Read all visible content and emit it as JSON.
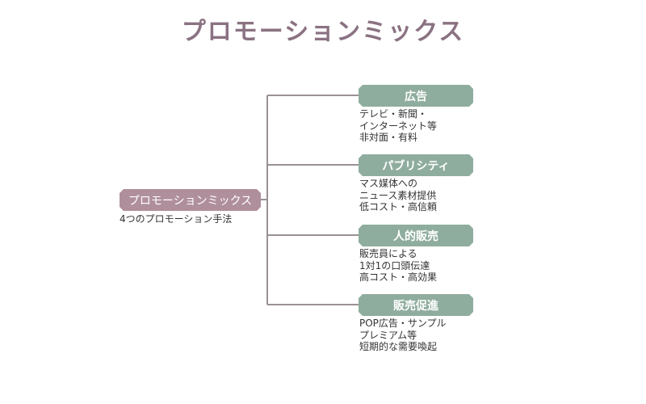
{
  "title": "プロモーションミックス",
  "root": {
    "label": "プロモーションミックス",
    "subtitle": "4つのプロモーション手法"
  },
  "children": [
    {
      "label": "広告",
      "lines": [
        "テレビ・新聞・",
        "インターネット等",
        "非対面・有料"
      ]
    },
    {
      "label": "パブリシティ",
      "lines": [
        "マス媒体への",
        "ニュース素材提供",
        "低コスト・高信頼"
      ]
    },
    {
      "label": "人的販売",
      "lines": [
        "販売員による",
        "1対1の口頭伝達",
        "高コスト・高効果"
      ]
    },
    {
      "label": "販売促進",
      "lines": [
        "POP広告・サンプル",
        "プレミアム等",
        "短期的な需要喚起"
      ]
    }
  ],
  "colors": {
    "title": "#8a7282",
    "root": "#b08f9c",
    "child": "#8fad9e",
    "connector": "#9b9195"
  }
}
